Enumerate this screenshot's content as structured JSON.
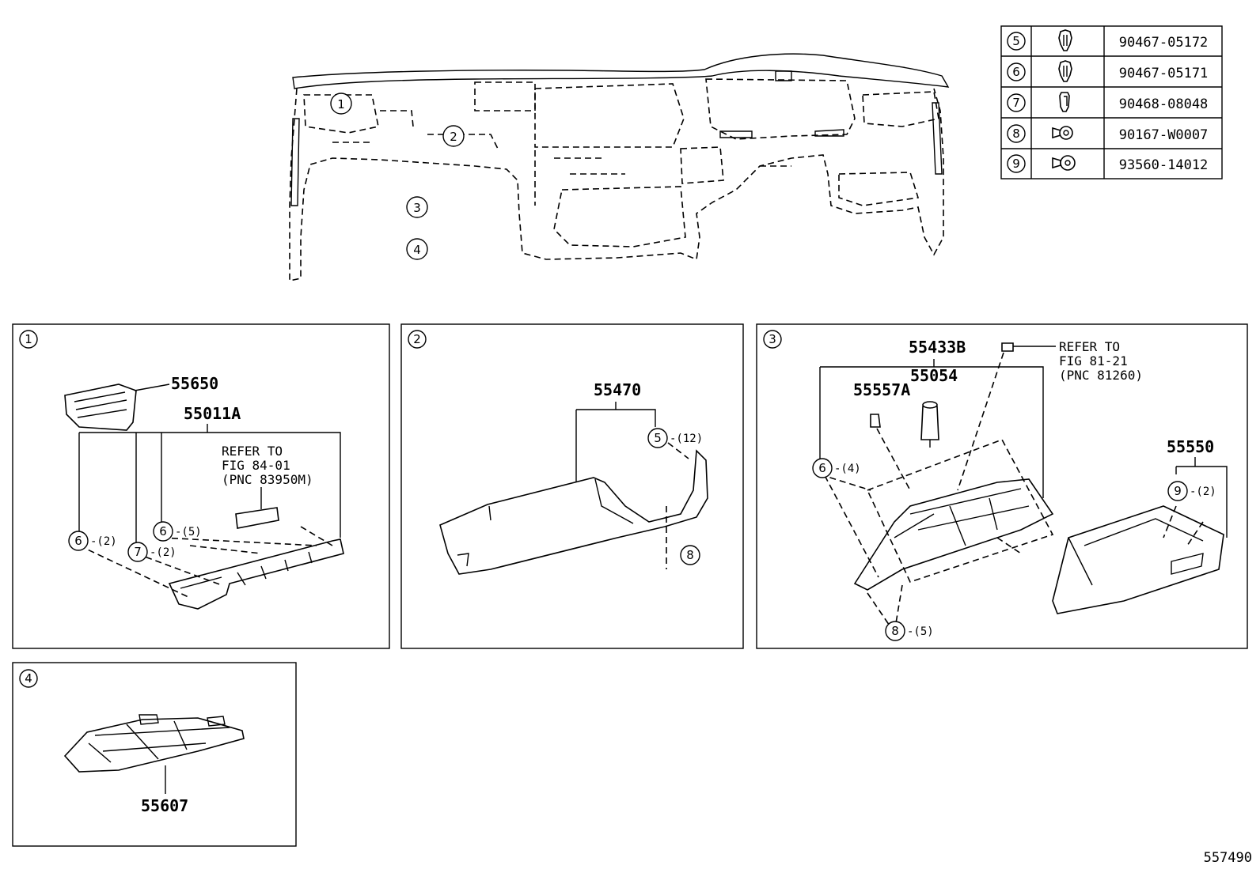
{
  "fastener_table": [
    {
      "ref": "5",
      "icon": "clip-icon",
      "part_no": "90467-05172"
    },
    {
      "ref": "6",
      "icon": "clip-icon",
      "part_no": "90467-05171"
    },
    {
      "ref": "7",
      "icon": "clip-icon",
      "part_no": "90468-08048"
    },
    {
      "ref": "8",
      "icon": "screw-icon",
      "part_no": "90167-W0007"
    },
    {
      "ref": "9",
      "icon": "screw-icon",
      "part_no": "93560-14012"
    }
  ],
  "overview": {
    "markers": [
      "1",
      "2",
      "3",
      "4"
    ]
  },
  "panel1": {
    "index": "1",
    "p_55650": "55650",
    "p_55011A": "55011A",
    "refer_line1": "REFER TO",
    "refer_line2": "FIG 84-01",
    "refer_line3": "(PNC 83950M)",
    "c6": "6",
    "q6": "-(2)",
    "c7": "7",
    "q7": "-(2)",
    "c6b": "6",
    "q6b": "-(5)"
  },
  "panel2": {
    "index": "2",
    "p_55470": "55470",
    "c5": "5",
    "q5": "-(12)",
    "c8": "8"
  },
  "panel3": {
    "index": "3",
    "p_55433B": "55433B",
    "p_55557A": "55557A",
    "p_55054": "55054",
    "p_55550": "55550",
    "refer_line1": "REFER TO",
    "refer_line2": "FIG 81-21",
    "refer_line3": "(PNC 81260)",
    "c6": "6",
    "q6": "-(4)",
    "c9": "9",
    "q9": "-(2)",
    "c8": "8",
    "q8": "-(5)"
  },
  "panel4": {
    "index": "4",
    "p_55607": "55607"
  },
  "illustration_no": "557490"
}
